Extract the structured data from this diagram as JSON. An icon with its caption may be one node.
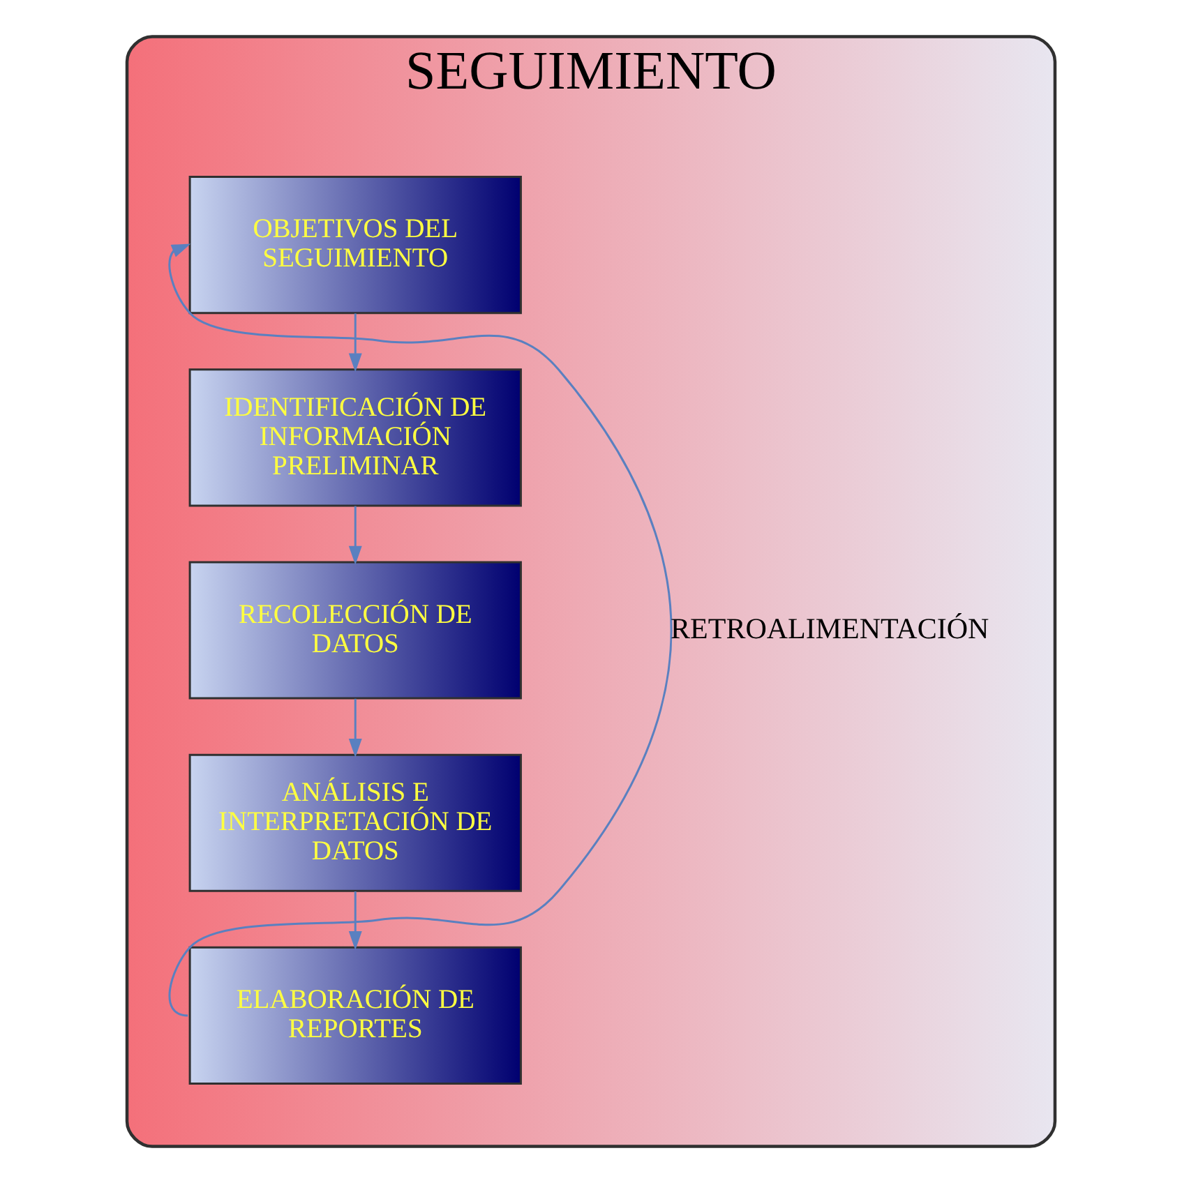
{
  "diagram": {
    "nodes": [
      {
        "text": [
          "SEGUIMIENTO"
        ]
      },
      {
        "text": [
          "OBJETIVOS DEL SEGUIMIENTO"
        ],
        "in": 0
      },
      {
        "text": [
          "IDENTIFICACIÓN DE INFORMACIÓN PRELIMINAR"
        ],
        "in": 0
      },
      {
        "text": [
          "RECOLECCIÓN DE DATOS"
        ],
        "in": 0
      },
      {
        "text": [
          "ANÁLISIS E INTERPRETACIÓN DE DATOS"
        ],
        "in": 0
      },
      {
        "text": [
          "ELABORACIÓN DE REPORTES"
        ],
        "in": 0
      }
    ],
    "edges": [
      {
        "from": 1,
        "to": 2,
        "arrow": "to"
      },
      {
        "from": 2,
        "to": 3,
        "arrow": "to"
      },
      {
        "from": 3,
        "to": 4,
        "arrow": "to"
      },
      {
        "from": 4,
        "to": 5,
        "arrow": "to"
      },
      {
        "from": 5,
        "to": 1,
        "arrow": "to",
        "label": "RETROALIMENTACIÓN"
      }
    ]
  }
}
